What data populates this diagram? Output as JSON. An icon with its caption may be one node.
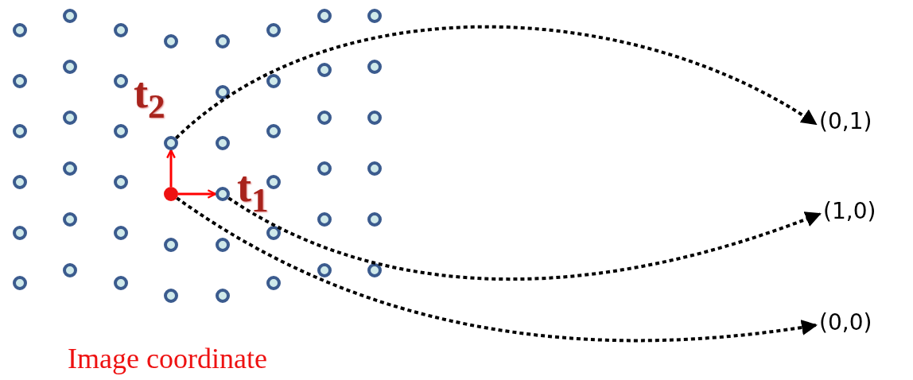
{
  "diagram": {
    "nodes": [
      {
        "text": [],
        "shape": "circle",
        "beside": [
          "t$_{2}$"
        ]
      },
      {
        "text": [],
        "shape": "circle"
      },
      {
        "text": [],
        "shape": "circle",
        "beside": [
          "t$_{1}$"
        ]
      },
      {
        "text": [
          "(0,1)"
        ]
      },
      {
        "text": [
          "(1,0)"
        ]
      },
      {
        "text": [
          "(0,0)"
        ]
      }
    ],
    "edges": [
      {
        "from": 1,
        "to": 0,
        "arrow": "to",
        "color": "#ff0000"
      },
      {
        "from": 1,
        "to": 2,
        "arrow": "to",
        "color": "#ff0000"
      },
      {
        "from": 0,
        "to": 3,
        "arrow": "to",
        "style": "dashed"
      },
      {
        "from": 2,
        "to": 4,
        "arrow": "to",
        "style": "dashed"
      },
      {
        "from": 1,
        "to": 5,
        "arrow": "to",
        "style": "dashed"
      }
    ],
    "labels": [
      "Image coordinate"
    ]
  }
}
